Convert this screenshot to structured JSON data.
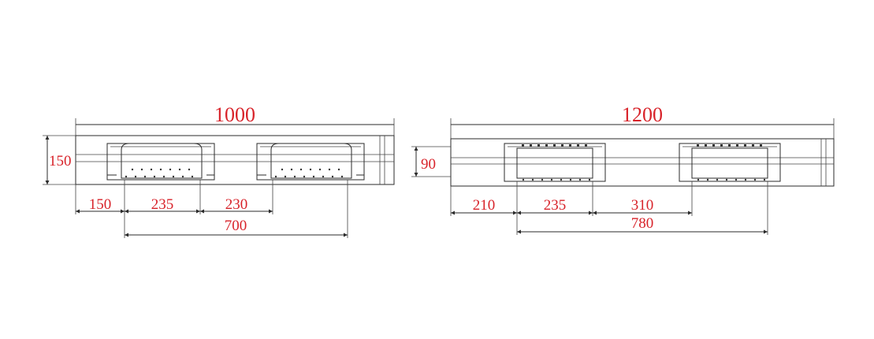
{
  "colors": {
    "dimension_text": "#d8232a",
    "linework": "#2b2b2b",
    "background": "#ffffff"
  },
  "left_view": {
    "overall_width": "1000",
    "height": "150",
    "dim_a": "150",
    "dim_b": "235",
    "dim_c": "230",
    "span": "700"
  },
  "right_view": {
    "overall_width": "1200",
    "height": "90",
    "dim_a": "210",
    "dim_b": "235",
    "dim_c": "310",
    "span": "780"
  }
}
